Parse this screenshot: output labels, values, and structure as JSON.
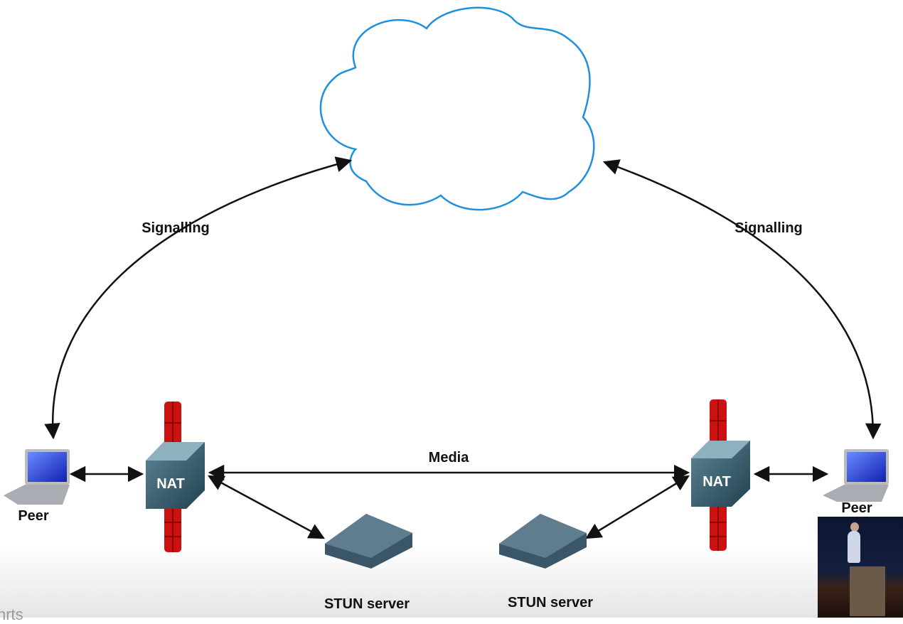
{
  "labels": {
    "signalling_left": "Signalling",
    "signalling_right": "Signalling",
    "media": "Media",
    "peer_left": "Peer",
    "peer_right": "Peer",
    "nat_left": "NAT",
    "nat_right": "NAT",
    "stun_left": "STUN server",
    "stun_right": "STUN server"
  },
  "footer_text": "hrts",
  "colors": {
    "cloud_stroke": "#1e90e0",
    "firewall": "#cc1111",
    "nat_box": "#2f5566",
    "stun_box": "#3a5668",
    "laptop_screen": "#2233cc"
  }
}
